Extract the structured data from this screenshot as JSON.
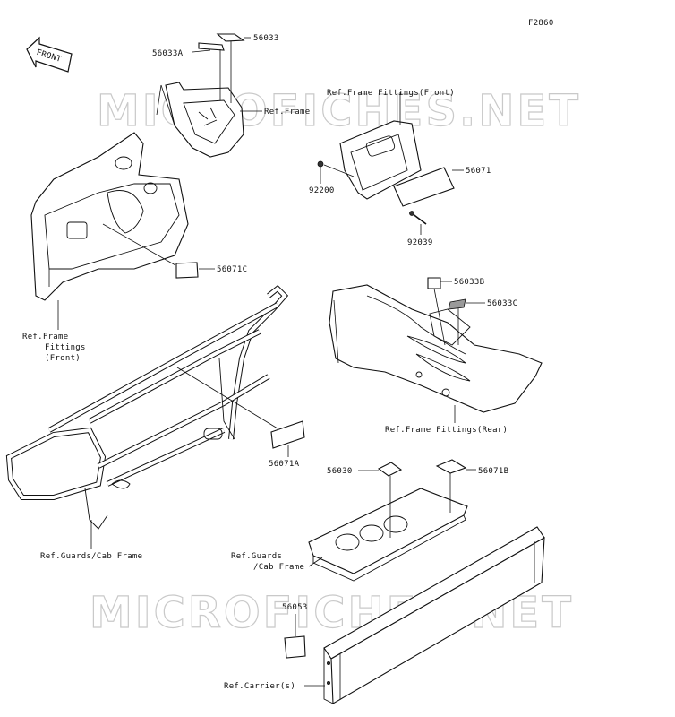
{
  "figure_code": "F2860",
  "front_label": "FRONT",
  "watermark": "MICROFICHES.NET",
  "labels": {
    "p56033": "56033",
    "p56033A": "56033A",
    "ref_frame": "Ref.Frame",
    "ref_frame_fittings_front_top": "Ref.Frame Fittings(Front)",
    "p56071": "56071",
    "p92200": "92200",
    "p92039": "92039",
    "p56071C": "56071C",
    "ref_frame_fittings_front_left_1": "Ref.Frame",
    "ref_frame_fittings_front_left_2": "Fittings",
    "ref_frame_fittings_front_left_3": "(Front)",
    "p56033B": "56033B",
    "p56033C": "56033C",
    "ref_frame_fittings_rear": "Ref.Frame Fittings(Rear)",
    "p56071A": "56071A",
    "p56030": "56030",
    "p56071B": "56071B",
    "ref_guards_cab_frame_left": "Ref.Guards/Cab Frame",
    "ref_guards_1": "Ref.Guards",
    "ref_guards_2": "/Cab Frame",
    "p56053": "56053",
    "ref_carriers": "Ref.Carrier(s)"
  },
  "colors": {
    "line": "#111111",
    "watermark": "#c9c9c9",
    "shade": "#9a9a9a"
  }
}
